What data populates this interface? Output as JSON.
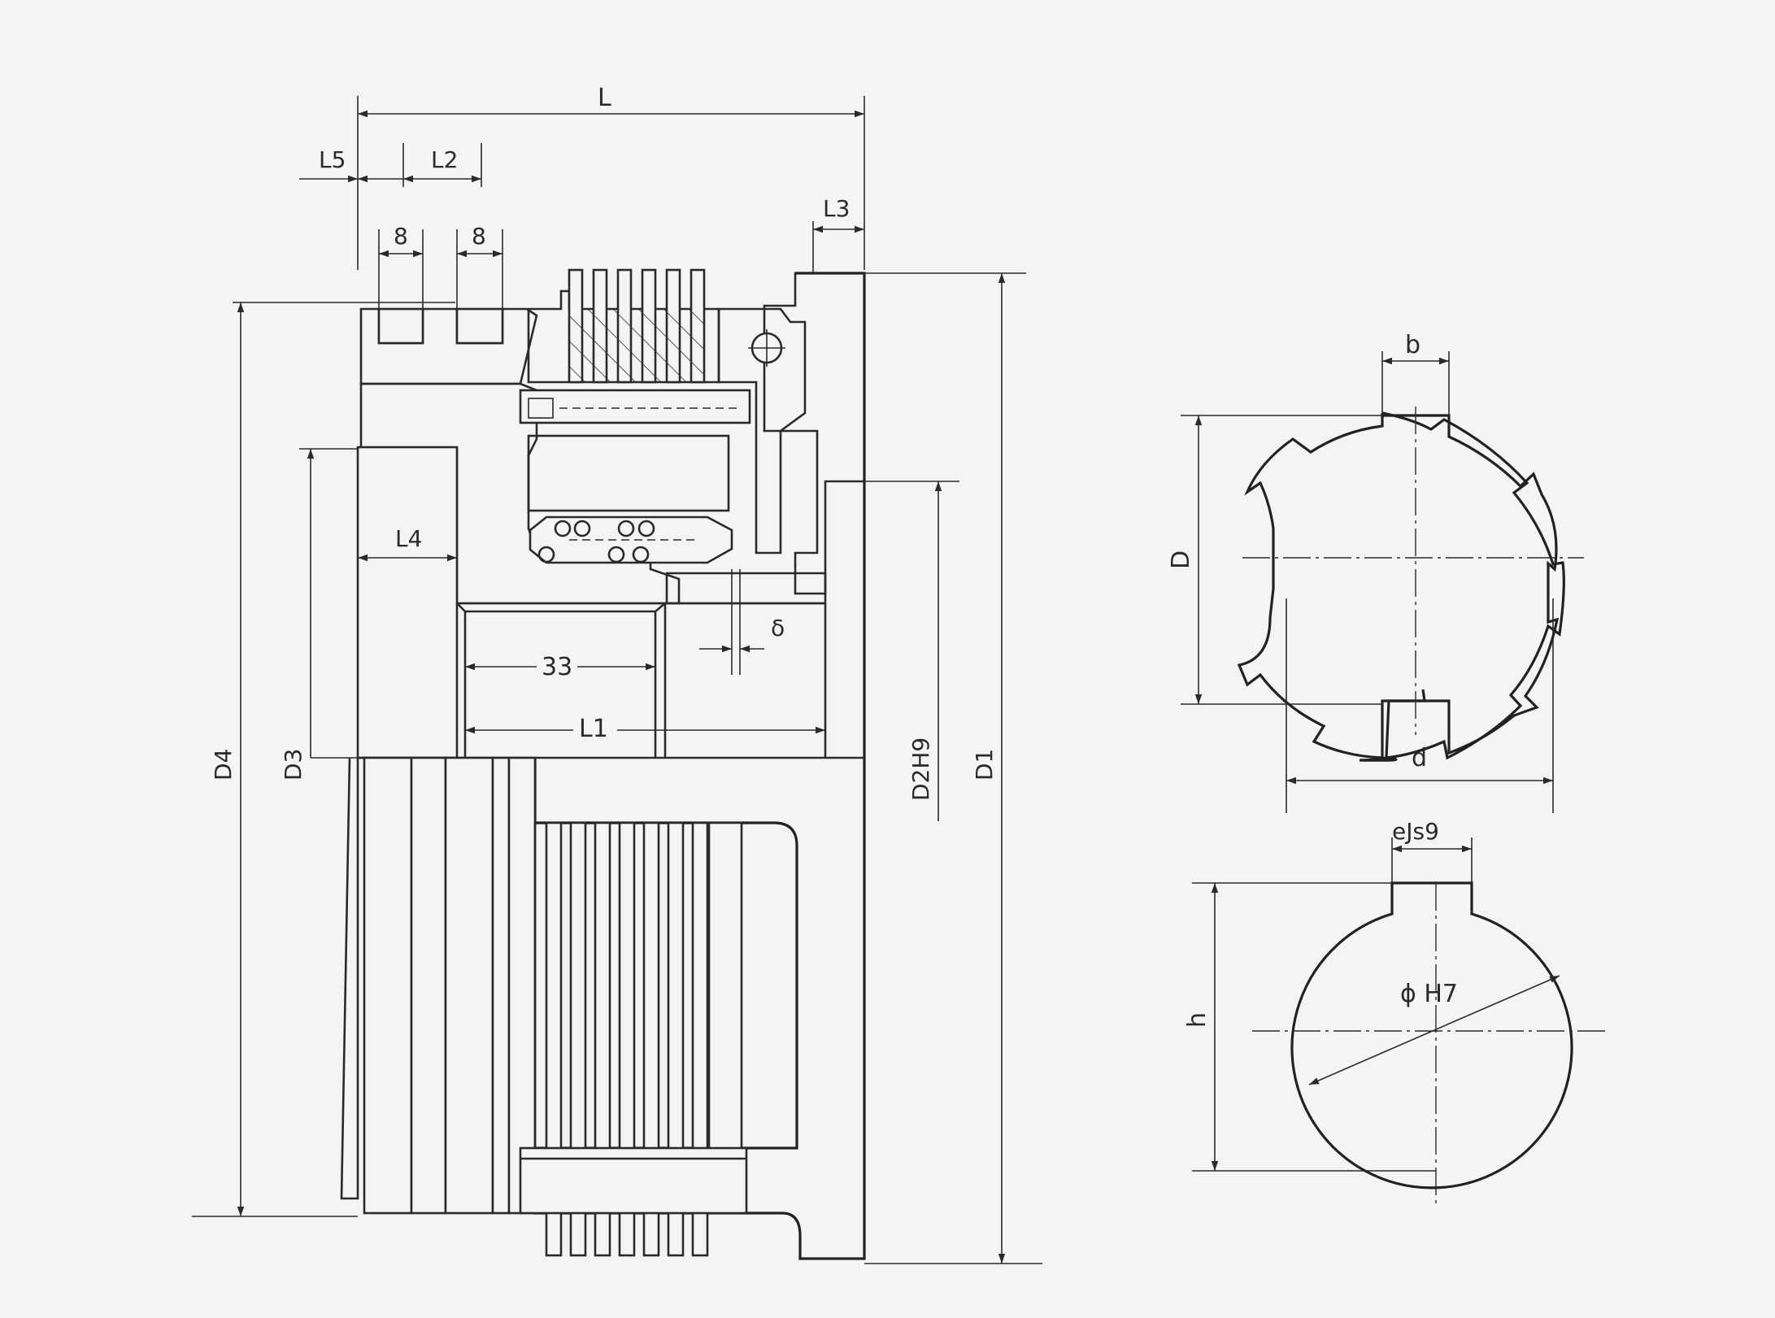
{
  "labels": {
    "L": "L",
    "L5": "L5",
    "L2": "L2",
    "L3": "L3",
    "dim8_left": "8",
    "dim8_right": "8",
    "L4": "L4",
    "dim33": "33",
    "delta": "δ",
    "L1": "L1",
    "D4": "D4",
    "D3": "D3",
    "D2H9": "D2H9",
    "D1": "D1",
    "spline_b": "b",
    "spline_D": "D",
    "spline_d": "d",
    "key_width": "eJs9",
    "key_h": "h",
    "bore": "ϕ H7"
  },
  "colors": {
    "line": "#2a2a2a",
    "paper": "#f4f4f2"
  }
}
